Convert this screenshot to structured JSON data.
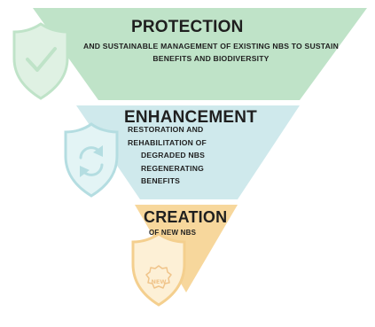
{
  "levels": [
    {
      "title": "PROTECTION",
      "description": "AND SUSTAINABLE MANAGEMENT OF EXISTING NBS TO SUSTAIN BENEFITS AND BIODIVERSITY",
      "color": "#bfe3c8",
      "icon": "shield-check-icon"
    },
    {
      "title": "ENHANCEMENT",
      "description_lines": [
        "RESTORATION AND",
        "REHABILITATION OF",
        "DEGRADED NBS",
        "REGENERATING",
        "BENEFITS"
      ],
      "color": "#cfe9ec",
      "icon": "shield-refresh-icon"
    },
    {
      "title": "CREATION",
      "description": "OF NEW NBS",
      "color": "#f7d79c",
      "icon": "shield-new-badge-icon",
      "icon_text": "NEW"
    }
  ]
}
